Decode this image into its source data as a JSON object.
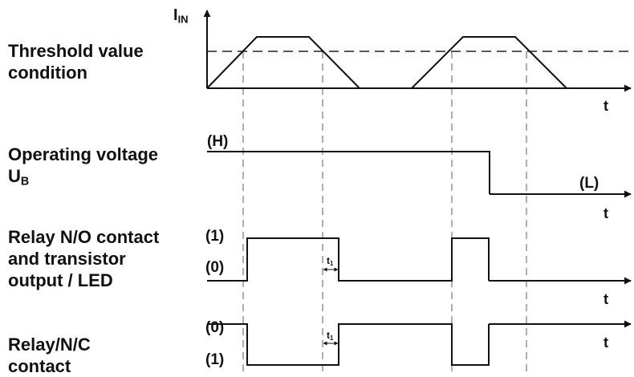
{
  "signals": [
    {
      "label_line1": "Threshold value",
      "label_line2": "condition"
    },
    {
      "label_line1": "Operating voltage",
      "label_line2_main": "U",
      "label_line2_sub": "B"
    },
    {
      "label_line1": "Relay N/O contact",
      "label_line2": "and transistor",
      "label_line3": "output / LED"
    },
    {
      "label_line1": "Relay/N/C",
      "label_line2": "contact"
    }
  ],
  "y_axis": {
    "main": "I",
    "sub": "IN"
  },
  "time_label": "t",
  "delay_label": {
    "main": "t",
    "sub": "1"
  },
  "levels": {
    "voltage_high": "(H)",
    "voltage_low": "(L)",
    "no_high": "(1)",
    "no_low": "(0)",
    "nc_top": "(0)",
    "nc_bottom": "(1)"
  }
}
